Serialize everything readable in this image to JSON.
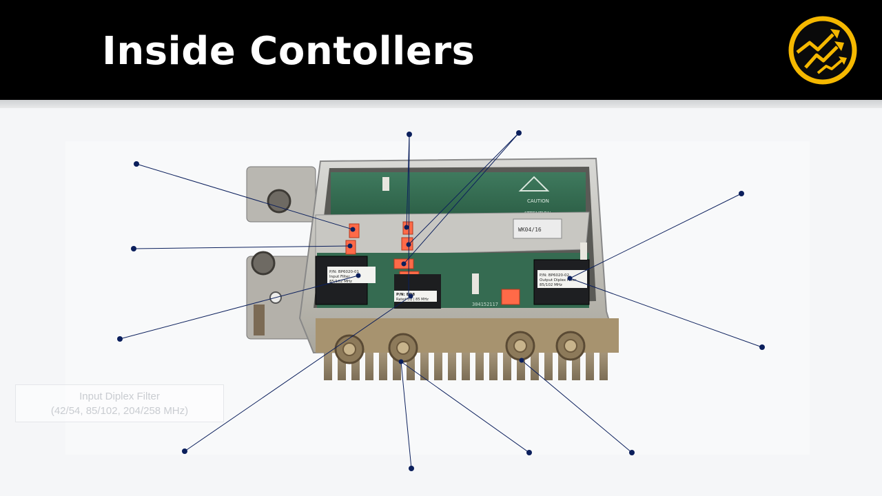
{
  "header": {
    "title": "Inside Contollers"
  },
  "logo": {
    "icon": "trending-up-arrows-icon",
    "ring_color": "#f5b800"
  },
  "photo": {
    "caution_text": "CAUTION",
    "attention_text": "ATTENTION",
    "tag_text": "WK04/16",
    "left_filter_label_1": "P/N: BP6020-01",
    "left_filter_label_2": "Input Filter",
    "left_filter_label_3": "85/102 MHz",
    "right_filter_label_1": "P/N: BP6020-02",
    "right_filter_label_2": "Output Diplex Filter",
    "right_filter_label_3": "85/102 MHz",
    "center_module_label_1": "P/N: EQ8",
    "center_module_label_2": "Rated EQ | 85 MHz",
    "board_text": "304152117"
  },
  "input_diplex_label": {
    "line1": "Input Diplex Filter",
    "line2": "(42/54, 85/102, 204/258 MHz)"
  },
  "colors": {
    "accent": "#f5b800",
    "callout": "#0b1f5c",
    "header_bg": "#000000"
  }
}
